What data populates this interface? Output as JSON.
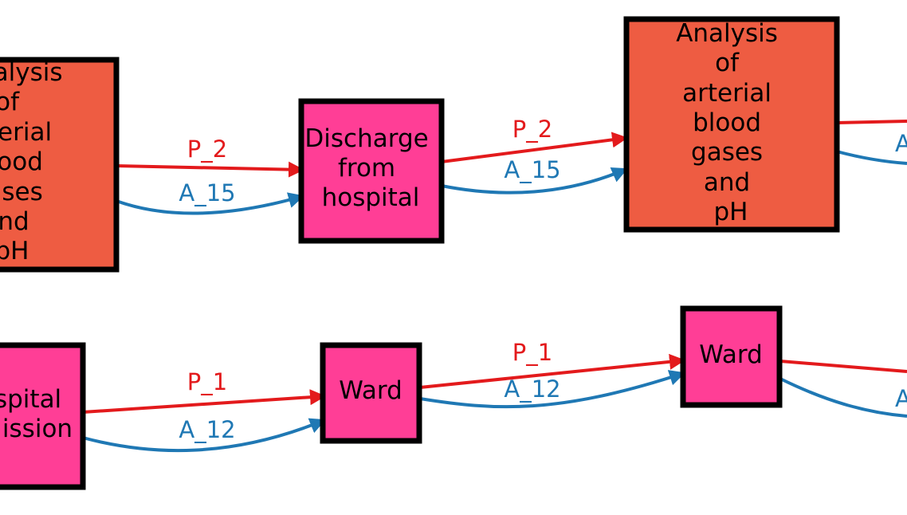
{
  "colors": {
    "process_p1": "#e31a1c",
    "process_p2": "#e31a1c",
    "process_a": "#1f78b4",
    "node_ward": "#ff3e96",
    "node_analysis": "#ee5c42",
    "border": "#000000"
  },
  "nodes": {
    "analysis_left": [
      "alysis",
      "of",
      "erial",
      "ood",
      "ses",
      "nd",
      "pH"
    ],
    "discharge": [
      "Discharge",
      "from",
      "hospital"
    ],
    "analysis_right": [
      "Analysis",
      "of",
      "arterial",
      "blood",
      "gases",
      "and",
      "pH"
    ],
    "admission_left": [
      "spital",
      "ission"
    ],
    "ward_1": [
      "Ward"
    ],
    "ward_2": [
      "Ward"
    ]
  },
  "edges": {
    "p2_a": "P_2",
    "a15_a": "A_15",
    "p2_b": "P_2",
    "a15_b": "A_15",
    "a_right_top": "A",
    "p1_a": "P_1",
    "a12_a": "A_12",
    "p1_b": "P_1",
    "a12_b": "A_12",
    "a_right_bottom": "A"
  }
}
